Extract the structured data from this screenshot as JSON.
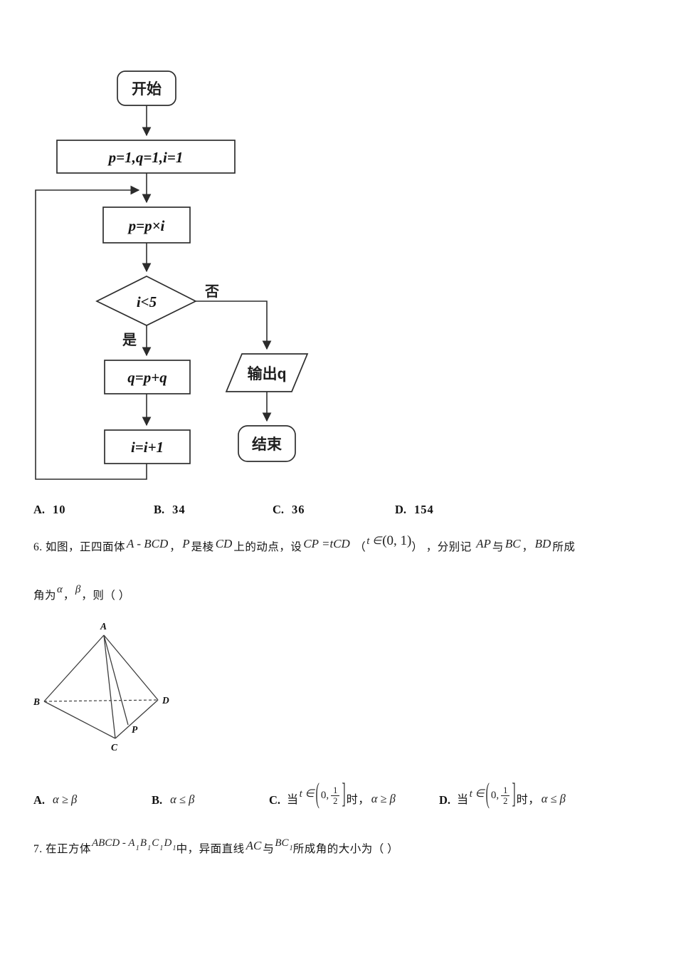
{
  "flowchart": {
    "start_label": "开始",
    "init_label": "p=1,q=1,i=1",
    "step_multiply": "p=p×i",
    "decision_label": "i<5",
    "branch_yes": "是",
    "branch_no": "否",
    "step_add": "q=p+q",
    "step_increment": "i=i+1",
    "output_label": "输出q",
    "end_label": "结束",
    "stroke_color": "#2e2e2e"
  },
  "options_top": [
    {
      "label": "A.",
      "value": "10"
    },
    {
      "label": "B.",
      "value": "34"
    },
    {
      "label": "C.",
      "value": "36"
    },
    {
      "label": "D.",
      "value": "154"
    }
  ],
  "question6": {
    "line1_segments": [
      {
        "t": "cn",
        "s": "6. 如图，正四面体"
      },
      {
        "t": "m",
        "s": "A - BCD"
      },
      {
        "t": "cn",
        "s": "，"
      },
      {
        "t": "m",
        "s": "P"
      },
      {
        "t": "cn",
        "s": "是棱"
      },
      {
        "t": "m",
        "s": "CD"
      },
      {
        "t": "cn",
        "s": "上的动点，设"
      },
      {
        "t": "m",
        "s": "CP =tCD"
      },
      {
        "t": "cn",
        "s": " （"
      },
      {
        "t": "msup",
        "s": "t ∈"
      },
      {
        "t": "big",
        "s": "(0, 1)"
      },
      {
        "t": "cn",
        "s": "） ，分别记 "
      },
      {
        "t": "m",
        "s": "AP"
      },
      {
        "t": "cn",
        "s": "与"
      },
      {
        "t": "m",
        "s": "BC"
      },
      {
        "t": "cn",
        "s": "，"
      },
      {
        "t": "m",
        "s": "BD"
      },
      {
        "t": "cn",
        "s": "所成"
      }
    ],
    "line2_segments": [
      {
        "t": "cn",
        "s": "角为"
      },
      {
        "t": "msup",
        "s": "α"
      },
      {
        "t": "cn",
        "s": "，"
      },
      {
        "t": "msup",
        "s": "β"
      },
      {
        "t": "cn",
        "s": "，则（  ）"
      }
    ],
    "figure_labels": {
      "A": "A",
      "B": "B",
      "C": "C",
      "D": "D",
      "P": "P"
    },
    "options": [
      {
        "label": "A.",
        "segments": [
          {
            "t": "m",
            "s": "α ≥ β"
          }
        ]
      },
      {
        "label": "B.",
        "segments": [
          {
            "t": "m",
            "s": "α ≤ β"
          }
        ]
      },
      {
        "label": "C.",
        "segments": [
          {
            "t": "cn",
            "s": "当"
          },
          {
            "t": "msup",
            "s": "t ∈"
          },
          {
            "t": "ldelim",
            "s": "("
          },
          {
            "t": "inner",
            "s": "0,"
          },
          {
            "t": "frac",
            "s": "1/2"
          },
          {
            "t": "rdelim",
            "s": "]"
          },
          {
            "t": "cn",
            "s": "时，"
          },
          {
            "t": "m",
            "s": "α ≥ β"
          }
        ]
      },
      {
        "label": "D.",
        "segments": [
          {
            "t": "cn",
            "s": "当"
          },
          {
            "t": "msup",
            "s": "t ∈"
          },
          {
            "t": "ldelim",
            "s": "("
          },
          {
            "t": "inner",
            "s": "0,"
          },
          {
            "t": "frac",
            "s": "1/2"
          },
          {
            "t": "rdelim",
            "s": "]"
          },
          {
            "t": "cn",
            "s": "时，"
          },
          {
            "t": "m",
            "s": "α ≤ β"
          }
        ]
      }
    ]
  },
  "question7": {
    "segments": [
      {
        "t": "cn",
        "s": "7. 在正方体"
      },
      {
        "t": "msup",
        "s": "ABCD - A"
      },
      {
        "t": "sub",
        "s": "1"
      },
      {
        "t": "msup",
        "s": "B"
      },
      {
        "t": "sub",
        "s": "1"
      },
      {
        "t": "msup",
        "s": "C"
      },
      {
        "t": "sub",
        "s": "1"
      },
      {
        "t": "msup",
        "s": "D"
      },
      {
        "t": "sub",
        "s": "1"
      },
      {
        "t": "cn",
        "s": "中，异面直线"
      },
      {
        "t": "m",
        "s": "AC"
      },
      {
        "t": "cn",
        "s": "与"
      },
      {
        "t": "msup",
        "s": "BC"
      },
      {
        "t": "sub",
        "s": "1"
      },
      {
        "t": "cn",
        "s": "所成角的大小为（  ）"
      }
    ]
  }
}
